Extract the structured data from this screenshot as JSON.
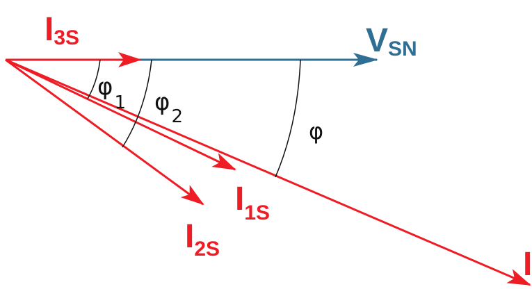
{
  "colors": {
    "current": "#ee1c25",
    "voltage": "#2e6f93",
    "angle": "#111111"
  },
  "vectors": {
    "i3s": {
      "main": "I",
      "sub": "3S"
    },
    "vsn": {
      "main": "V",
      "sub": "SN"
    },
    "i1s": {
      "main": "I",
      "sub": "1S"
    },
    "i2s": {
      "main": "I",
      "sub": "2S"
    },
    "i_total": {
      "main": "I"
    }
  },
  "angles": {
    "phi1": {
      "symbol": "φ",
      "sub": "1"
    },
    "phi2": {
      "symbol": "φ",
      "sub": "2"
    },
    "phi": {
      "symbol": "φ"
    }
  }
}
